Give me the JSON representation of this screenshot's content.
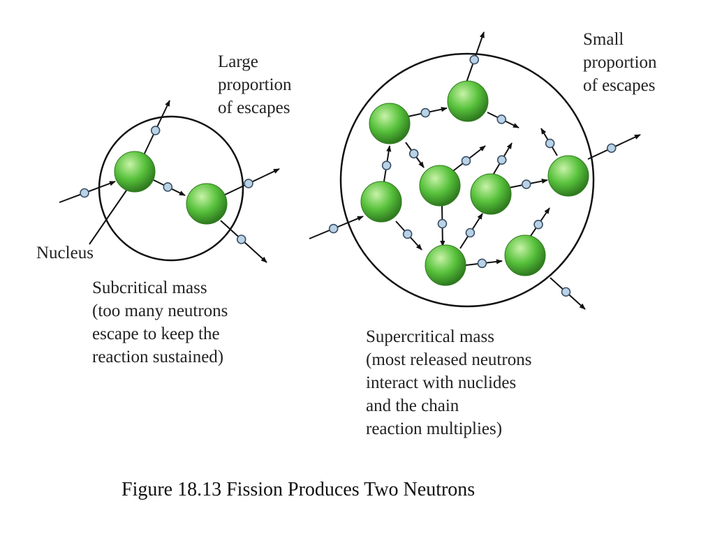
{
  "colors": {
    "nucleus_light": "#c8f2a8",
    "nucleus_mid": "#58c23c",
    "nucleus_dark": "#2f7a1f",
    "neutron_fill": "#b9d2e6",
    "neutron_stroke": "#3a4f66",
    "line": "#111111"
  },
  "subcritical": {
    "escapes_label": "Large\nproportion\nof escapes",
    "nucleus_label": "Nucleus",
    "title": "Subcritical mass\n(too many neutrons\nescape to keep the\nreaction sustained)"
  },
  "supercritical": {
    "escapes_label": "Small\nproportion\nof escapes",
    "title": "Supercritical mass\n(most released neutrons\ninteract with nuclides\nand the chain\nreaction multiplies)"
  },
  "caption": "Figure 18.13 Fission Produces Two Neutrons"
}
